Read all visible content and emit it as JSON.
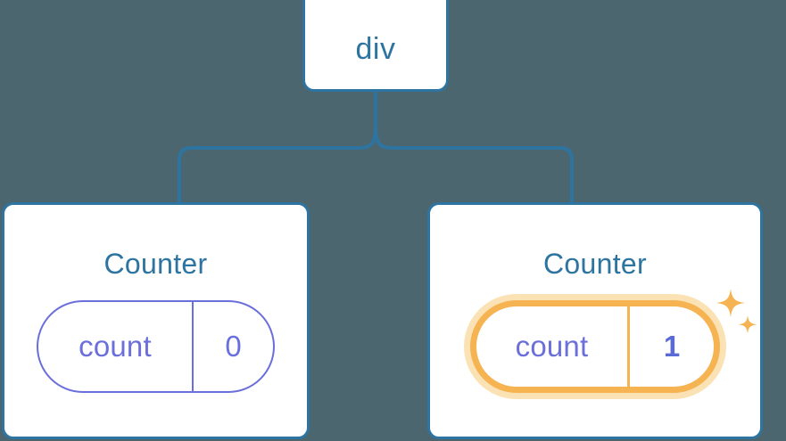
{
  "diagram": {
    "type": "component-tree",
    "background_color": "#4c6670",
    "accent_colors": {
      "node_border": "#2e74a0",
      "node_text": "#2e74a0",
      "pill_stroke": "#6a6fdb",
      "pill_text": "#6a6fdb",
      "highlight_stroke": "#f5b352",
      "highlight_glow": "#fbe2b5",
      "sparkle": "#f5b352"
    }
  },
  "root": {
    "label": "div"
  },
  "children": [
    {
      "label": "Counter",
      "state": {
        "key": "count",
        "value": "0"
      },
      "highlighted": false,
      "sparkles": false
    },
    {
      "label": "Counter",
      "state": {
        "key": "count",
        "value": "1"
      },
      "highlighted": true,
      "sparkles": true
    }
  ],
  "icons": {
    "sparkle_large": "sparkle-icon",
    "sparkle_small": "sparkle-icon"
  }
}
